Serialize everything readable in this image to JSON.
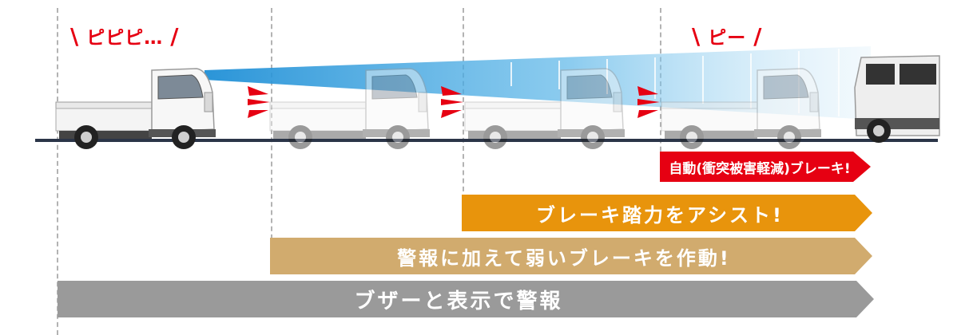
{
  "sounds": {
    "first": "ピピピ…",
    "second": "ピー"
  },
  "stages": [
    {
      "label": "自動(衝突被害軽減)ブレーキ!",
      "color": "#e60012"
    },
    {
      "label": "ブレーキ踏力をアシスト!",
      "color": "#e8940c"
    },
    {
      "label": "警報に加えて弱いブレーキを作動!",
      "color": "#d1ab6e"
    },
    {
      "label": "ブザーと表示で警報",
      "color": "#9a9a9a"
    }
  ],
  "icons": [
    "kei-truck-icon",
    "van-icon",
    "alert-burst-icon",
    "radar-beam-icon"
  ]
}
